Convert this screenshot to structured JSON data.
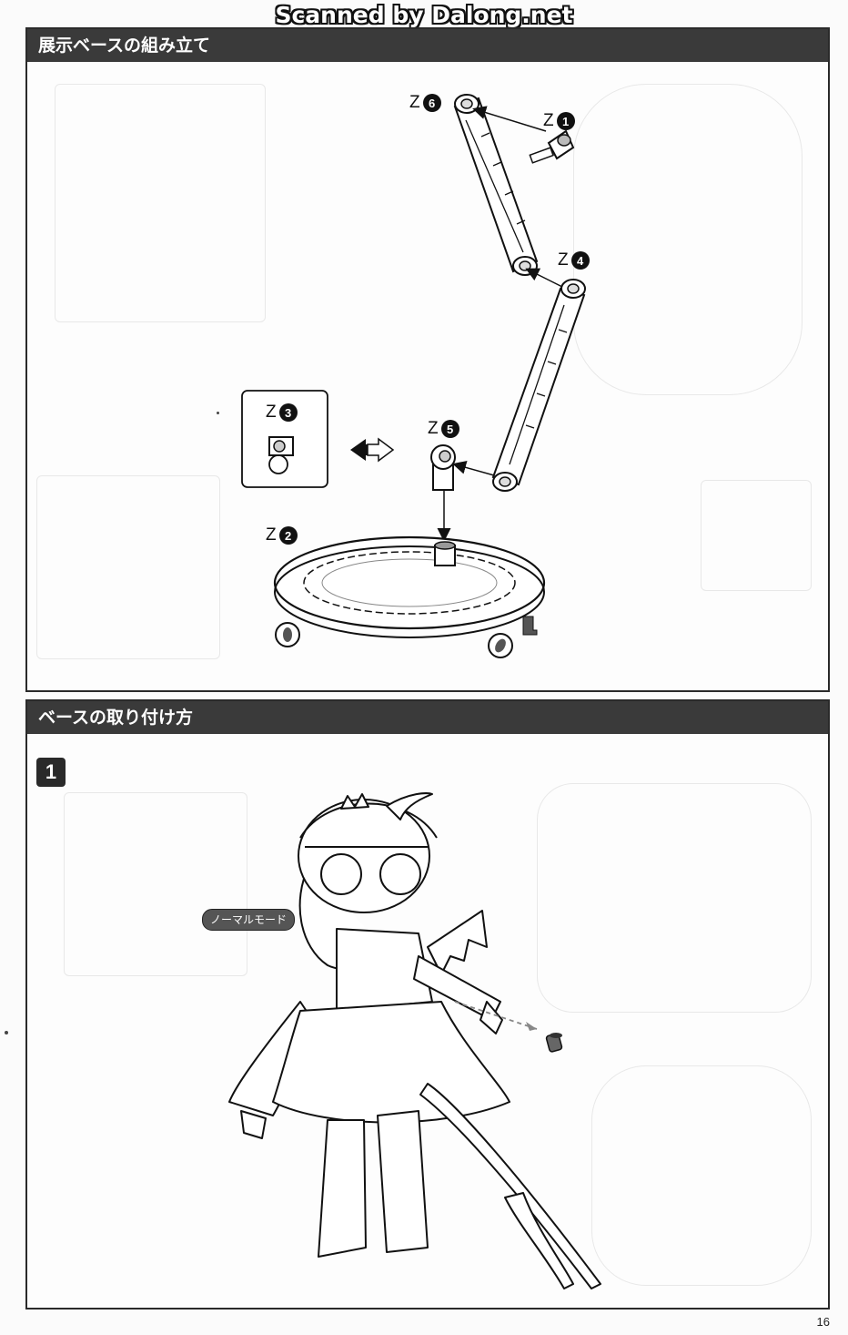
{
  "watermark": "Scanned by Dalong.net",
  "section1": {
    "title": "展示ベースの組み立て",
    "parts": [
      {
        "prefix": "Z",
        "num": "6"
      },
      {
        "prefix": "Z",
        "num": "1"
      },
      {
        "prefix": "Z",
        "num": "4"
      },
      {
        "prefix": "Z",
        "num": "3"
      },
      {
        "prefix": "Z",
        "num": "5"
      },
      {
        "prefix": "Z",
        "num": "2"
      }
    ]
  },
  "section2": {
    "title": "ベースの取り付け方",
    "step": "1",
    "mode_label": "ノーマルモード"
  },
  "page_number": "16"
}
